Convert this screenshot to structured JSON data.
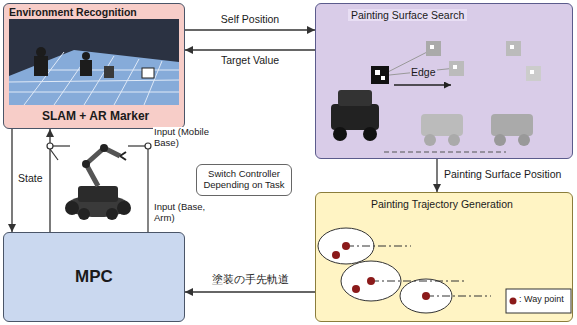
{
  "diagram": {
    "nodes": [
      {
        "text": [
          "Environment Recognition",
          "SLAM + AR Marker"
        ]
      },
      {
        "text": [
          "Painting Surface Search"
        ]
      },
      {
        "text": [
          "Switch Controller Depending on Task"
        ]
      },
      {
        "text": [
          "Painting Trajectory Generation"
        ]
      },
      {
        "text": [
          "MPC"
        ]
      }
    ],
    "edges": [
      {
        "from": 0,
        "to": 1,
        "label": "Self Position",
        "arrow": "to"
      },
      {
        "from": 1,
        "to": 0,
        "label": "Target Value",
        "arrow": "to"
      },
      {
        "from": 1,
        "to": 3,
        "label": "Painting Surface Position",
        "arrow": "to"
      },
      {
        "from": 3,
        "to": 4,
        "label": "塗装の手先軌道",
        "arrow": "to"
      },
      {
        "from": 0,
        "to": 4,
        "label": "State",
        "arrow": "to"
      },
      {
        "from": 4,
        "to": 0,
        "arrow": "to"
      }
    ],
    "labels": [
      "Edge",
      "Input (Mobile Base)",
      "Input (Base, Arm)"
    ],
    "legend": [
      {
        "text": ": Way point"
      }
    ]
  }
}
